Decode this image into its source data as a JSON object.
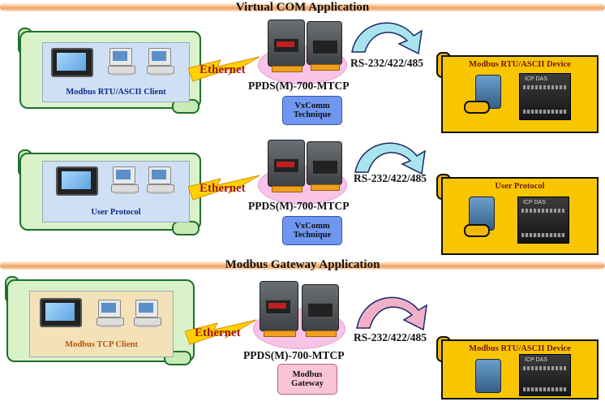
{
  "sections": [
    {
      "title": "Virtual COM Application"
    },
    {
      "title": "Modbus Gateway Application"
    }
  ],
  "rows": [
    {
      "client_label": "Modbus RTU/ASCII Client",
      "link_label": "Ethernet",
      "device_label": "PPDS(M)-700-MTCP",
      "technique_lines": [
        "VxComm",
        "Technique"
      ],
      "serial_label": "RS-232/422/485",
      "target_label": "Modbus RTU/ASCII Device",
      "arrow_color": "#a9e4ee",
      "technique_color": "#6f97f0"
    },
    {
      "client_label": "User Protocol",
      "link_label": "Ethernet",
      "device_label": "PPDS(M)-700-MTCP",
      "technique_lines": [
        "VxComm",
        "Technique"
      ],
      "serial_label": "RS-232/422/485",
      "target_label": "User Protocol",
      "arrow_color": "#a9e4ee",
      "technique_color": "#6f97f0"
    },
    {
      "client_label": "Modbus TCP Client",
      "link_label": "Ethernet",
      "device_label": "PPDS(M)-700-MTCP",
      "technique_lines": [
        "Modbus",
        "Gateway"
      ],
      "serial_label": "RS-232/422/485",
      "target_label": "Modbus RTU/ASCII Device",
      "arrow_color": "#f1b0c8",
      "technique_color": "#f8c4d6"
    }
  ],
  "colors": {
    "scroll_green": "#d9f2c9",
    "panel_blue": "#cfe0f5",
    "panel_tan": "#f3e1b8",
    "device_yellow": "#f7c600",
    "ethernet_red": "#a01818",
    "bolt_yellow": "#ffd200",
    "banner_orange": "#f0a060"
  },
  "icons": [
    "hmi-touchscreen-icon",
    "desktop-pc-icon",
    "lightning-bolt-icon",
    "ppds-module-icon",
    "curved-arrow-icon",
    "io-module-icon",
    "plc-module-icon"
  ]
}
